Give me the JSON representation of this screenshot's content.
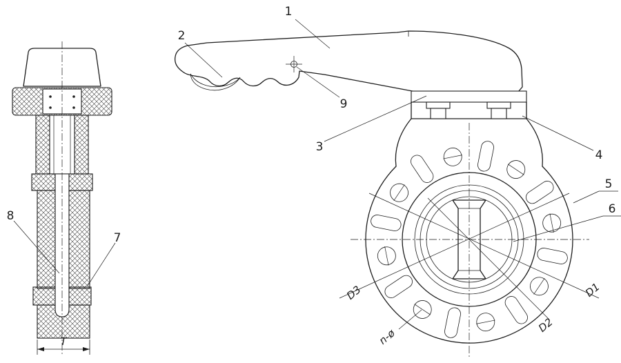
{
  "drawing": {
    "title": "Butterfly valve assembly technical drawing",
    "views": {
      "left": "stem-cross-section",
      "right": "valve-front-elevation"
    },
    "part_labels": {
      "p1": "1",
      "p2": "2",
      "p3": "3",
      "p4": "4",
      "p5": "5",
      "p6": "6",
      "p7": "7",
      "p8": "8",
      "p9": "9"
    },
    "dimensions": {
      "d1": "D1",
      "d2": "D2",
      "d3": "D3",
      "bolt_spec": "n-ø",
      "thickness": "T"
    },
    "colors": {
      "line": "#1c1c1c",
      "background": "#ffffff"
    }
  }
}
